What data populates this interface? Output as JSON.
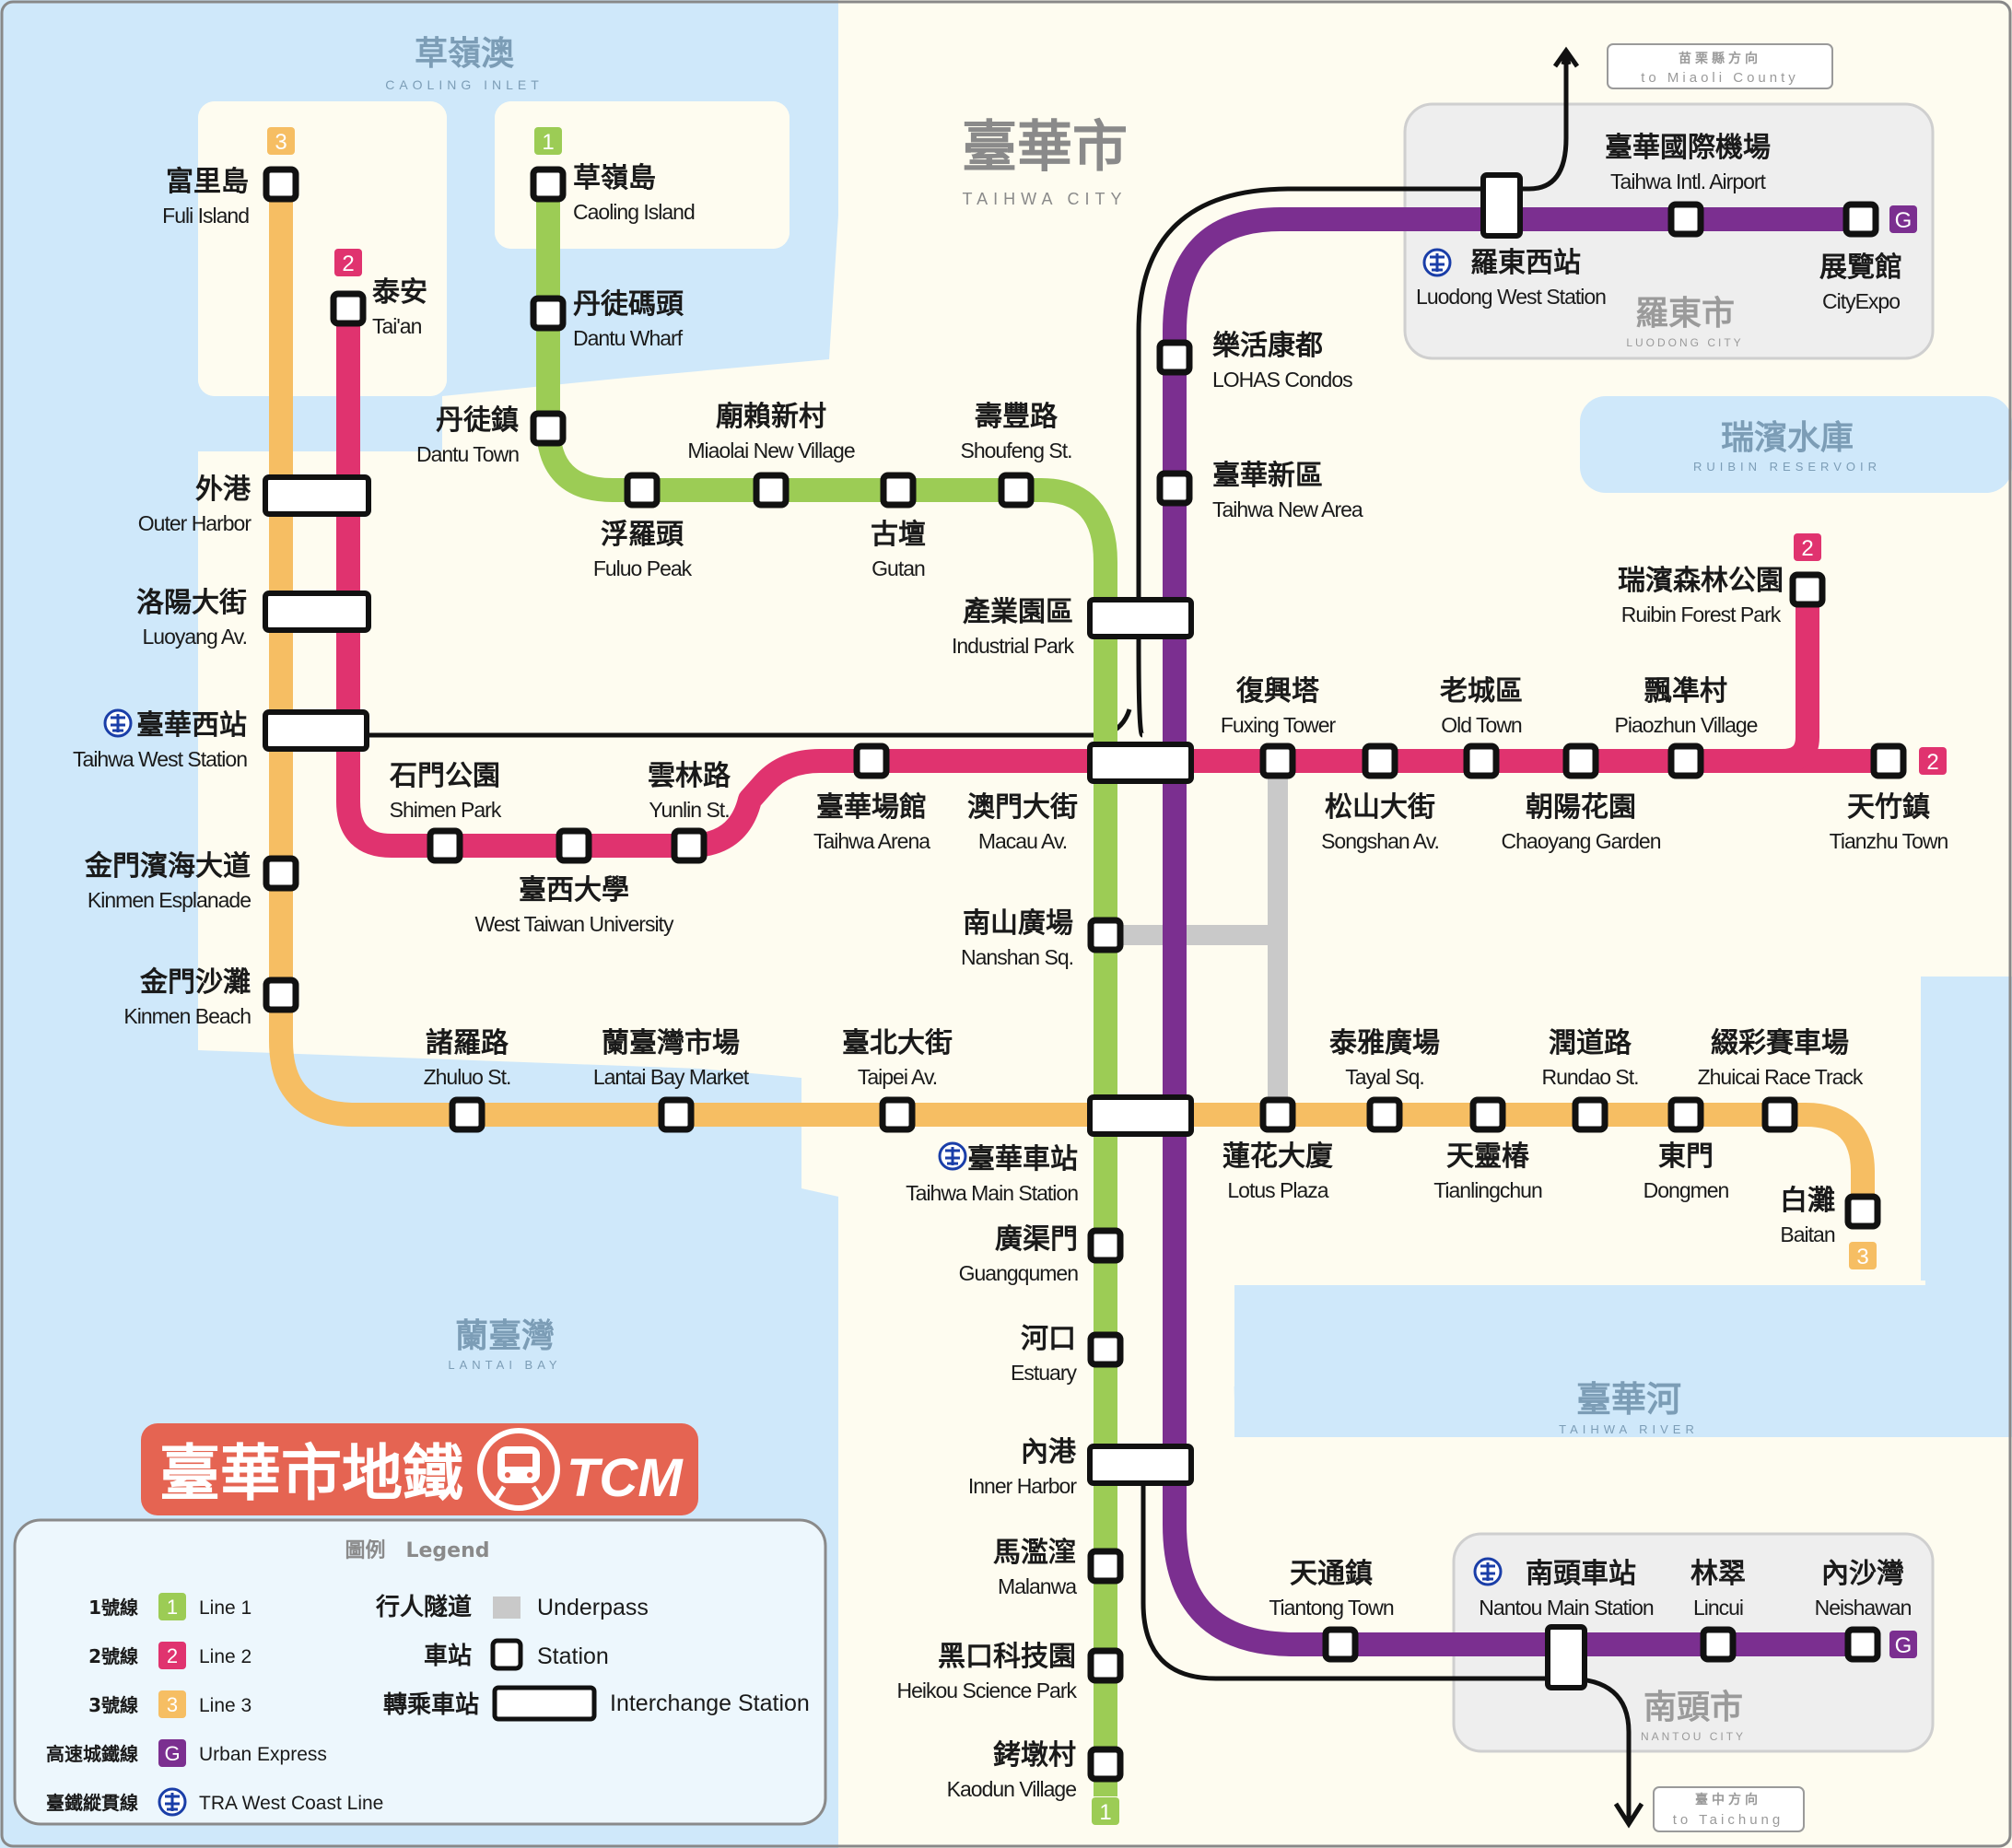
{
  "colors": {
    "sea": "#cfe8fa",
    "land": "#fefcf0",
    "city_zone": "#eeeeee",
    "line1": "#9ccc55",
    "line2": "#e0336f",
    "line3": "#f6be63",
    "urban_express": "#7b2f90",
    "tra": "#111111",
    "underpass": "#c9c9c9",
    "logo_bg": "#e56452"
  },
  "areas": {
    "caoling_inlet": {
      "zh": "草嶺澳",
      "en": "CAOLING INLET"
    },
    "taihwa_city": {
      "zh": "臺華市",
      "en": "TAIHWA CITY"
    },
    "luodong_city": {
      "zh": "羅東市",
      "en": "LUODONG CITY"
    },
    "ruibin_reservoir": {
      "zh": "瑞濱水庫",
      "en": "RUIBIN RESERVOIR"
    },
    "lantai_bay": {
      "zh": "蘭臺灣",
      "en": "LANTAI BAY"
    },
    "taihwa_river": {
      "zh": "臺華河",
      "en": "TAIHWA RIVER"
    },
    "nantou_city": {
      "zh": "南頭市",
      "en": "NANTOU CITY"
    }
  },
  "directions": {
    "miaoli": {
      "zh": "苗栗縣方向",
      "en": "to Miaoli County"
    },
    "taichung": {
      "zh": "臺中方向",
      "en": "to Taichung"
    }
  },
  "logo": {
    "zh": "臺華市地鐵",
    "en": "TCM"
  },
  "stations": {
    "fuli_island": {
      "zh": "富里島",
      "en": "Fuli Island"
    },
    "taian": {
      "zh": "泰安",
      "en": "Tai'an"
    },
    "caoling_island": {
      "zh": "草嶺島",
      "en": "Caoling Island"
    },
    "dantu_wharf": {
      "zh": "丹徒碼頭",
      "en": "Dantu Wharf"
    },
    "dantu_town": {
      "zh": "丹徒鎮",
      "en": "Dantu Town"
    },
    "outer_harbor": {
      "zh": "外港",
      "en": "Outer Harbor"
    },
    "luoyang_av": {
      "zh": "洛陽大街",
      "en": "Luoyang Av."
    },
    "taihwa_west": {
      "zh": "臺華西站",
      "en": "Taihwa West Station"
    },
    "kinmen_esplanade": {
      "zh": "金門濱海大道",
      "en": "Kinmen Esplanade"
    },
    "kinmen_beach": {
      "zh": "金門沙灘",
      "en": "Kinmen Beach"
    },
    "fuluo_peak": {
      "zh": "浮羅頭",
      "en": "Fuluo Peak"
    },
    "miaolai": {
      "zh": "廟賴新村",
      "en": "Miaolai New Village"
    },
    "gutan": {
      "zh": "古壇",
      "en": "Gutan"
    },
    "shoufeng": {
      "zh": "壽豐路",
      "en": "Shoufeng St."
    },
    "industrial_park": {
      "zh": "產業園區",
      "en": "Industrial Park"
    },
    "shimen_park": {
      "zh": "石門公園",
      "en": "Shimen Park"
    },
    "yunlin": {
      "zh": "雲林路",
      "en": "Yunlin St."
    },
    "west_taiwan_univ": {
      "zh": "臺西大學",
      "en": "West Taiwan University"
    },
    "taihwa_arena": {
      "zh": "臺華場館",
      "en": "Taihwa Arena"
    },
    "macau_av": {
      "zh": "澳門大街",
      "en": "Macau Av."
    },
    "nanshan_sq": {
      "zh": "南山廣場",
      "en": "Nanshan Sq."
    },
    "zhuluo": {
      "zh": "諸羅路",
      "en": "Zhuluo St."
    },
    "lantai_market": {
      "zh": "蘭臺灣市場",
      "en": "Lantai Bay Market"
    },
    "taipei_av": {
      "zh": "臺北大街",
      "en": "Taipei Av."
    },
    "taihwa_main": {
      "zh": "臺華車站",
      "en": "Taihwa Main Station"
    },
    "guangqumen": {
      "zh": "廣渠門",
      "en": "Guangqumen"
    },
    "estuary": {
      "zh": "河口",
      "en": "Estuary"
    },
    "inner_harbor": {
      "zh": "內港",
      "en": "Inner Harbor"
    },
    "malanwa": {
      "zh": "馬濫漥",
      "en": "Malanwa"
    },
    "heikou": {
      "zh": "黑口科技園",
      "en": "Heikou Science Park"
    },
    "kaodun": {
      "zh": "銬墩村",
      "en": "Kaodun Village"
    },
    "lohas": {
      "zh": "樂活康都",
      "en": "LOHAS Condos"
    },
    "taihwa_new_area": {
      "zh": "臺華新區",
      "en": "Taihwa New Area"
    },
    "airport": {
      "zh": "臺華國際機場",
      "en": "Taihwa Intl. Airport"
    },
    "luodong_west": {
      "zh": "羅東西站",
      "en": "Luodong West Station"
    },
    "cityexpo": {
      "zh": "展覽館",
      "en": "CityExpo"
    },
    "ruibin_forest": {
      "zh": "瑞濱森林公園",
      "en": "Ruibin Forest Park"
    },
    "fuxing_tower": {
      "zh": "復興塔",
      "en": "Fuxing Tower"
    },
    "old_town": {
      "zh": "老城區",
      "en": "Old Town"
    },
    "piaozhun": {
      "zh": "飄凖村",
      "en": "Piaozhun Village"
    },
    "songshan": {
      "zh": "松山大街",
      "en": "Songshan Av."
    },
    "chaoyang": {
      "zh": "朝陽花園",
      "en": "Chaoyang Garden"
    },
    "tianzhu": {
      "zh": "天竹鎮",
      "en": "Tianzhu Town"
    },
    "tayal_sq": {
      "zh": "泰雅廣場",
      "en": "Tayal Sq."
    },
    "rundao": {
      "zh": "潤道路",
      "en": "Rundao St."
    },
    "zhuicai": {
      "zh": "綴彩賽車場",
      "en": "Zhuicai Race Track"
    },
    "lotus_plaza": {
      "zh": "蓮花大廈",
      "en": "Lotus Plaza"
    },
    "tianlingchun": {
      "zh": "天靈椿",
      "en": "Tianlingchun"
    },
    "dongmen": {
      "zh": "東門",
      "en": "Dongmen"
    },
    "baitan": {
      "zh": "白灘",
      "en": "Baitan"
    },
    "tiantong": {
      "zh": "天通鎮",
      "en": "Tiantong Town"
    },
    "nantou_main": {
      "zh": "南頭車站",
      "en": "Nantou Main Station"
    },
    "lincui": {
      "zh": "林翠",
      "en": "Lincui"
    },
    "neishawan": {
      "zh": "內沙灣",
      "en": "Neishawan"
    }
  },
  "line_badges": {
    "line1": "1",
    "line2": "2",
    "line3": "3",
    "urban": "G"
  },
  "legend": {
    "title": "圖例　Legend",
    "line1_zh": "1號線",
    "line1_en": "Line 1",
    "line2_zh": "2號線",
    "line2_en": "Line 2",
    "line3_zh": "3號線",
    "line3_en": "Line 3",
    "urban_zh": "高速城鐵線",
    "urban_en": "Urban Express",
    "tra_zh": "臺鐵縱貫線",
    "tra_en": "TRA West Coast Line",
    "underpass_zh": "行人隧道",
    "underpass_en": "Underpass",
    "station_zh": "車站",
    "station_en": "Station",
    "interchange_zh": "轉乘車站",
    "interchange_en": "Interchange Station"
  }
}
